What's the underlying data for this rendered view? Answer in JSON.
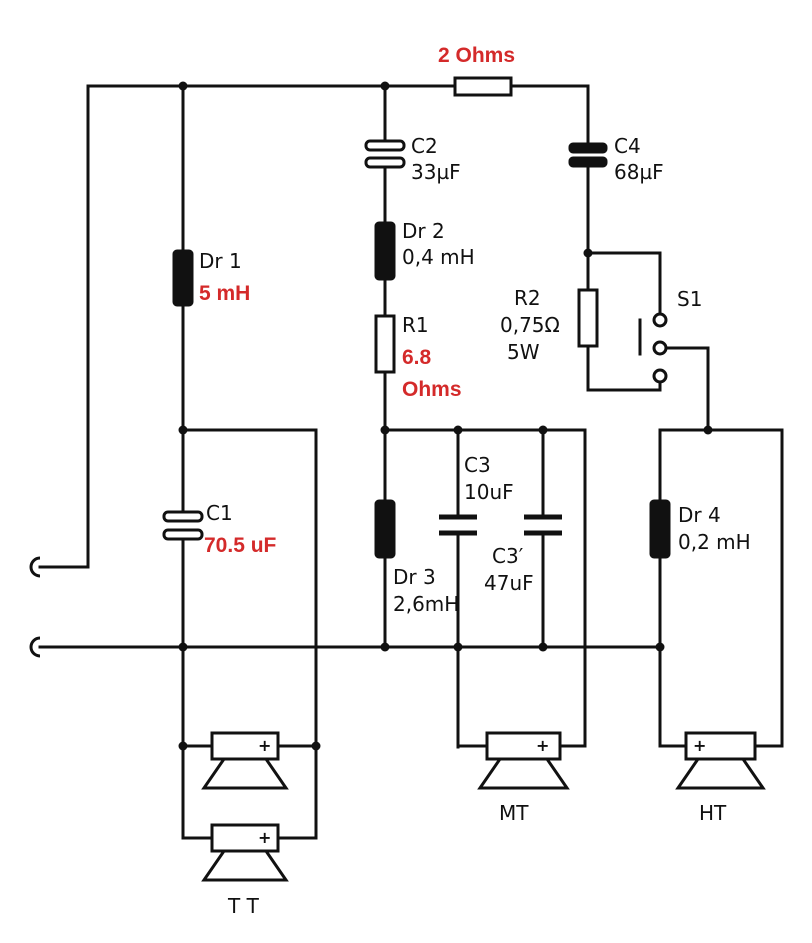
{
  "labels": {
    "r_series_value": "2 Ohms",
    "c2_name": "C2",
    "c2_value": "33µF",
    "c4_name": "C4",
    "c4_value": "68µF",
    "dr1_name": "Dr 1",
    "dr1_value": "5 mH",
    "dr2_name": "Dr 2",
    "dr2_value": "0,4 mH",
    "r1_name": "R1",
    "r1_value_line1": "6.8",
    "r1_value_line2": "Ohms",
    "r2_name": "R2",
    "r2_value": "0,75Ω",
    "r2_power": "5W",
    "s1_name": "S1",
    "c1_name": "C1",
    "c1_value": "70.5 uF",
    "c3_name": "C3",
    "c3_value": "10uF",
    "c3p_name": "C3′",
    "c3p_value": "47uF",
    "dr3_name": "Dr 3",
    "dr3_value": "2,6mH",
    "dr4_name": "Dr 4",
    "dr4_value": "0,2 mH",
    "tt": "T T",
    "mt": "MT",
    "ht": "HT",
    "plus": "+"
  },
  "colors": {
    "annotation": "#d42a2a",
    "ink": "#111111"
  }
}
